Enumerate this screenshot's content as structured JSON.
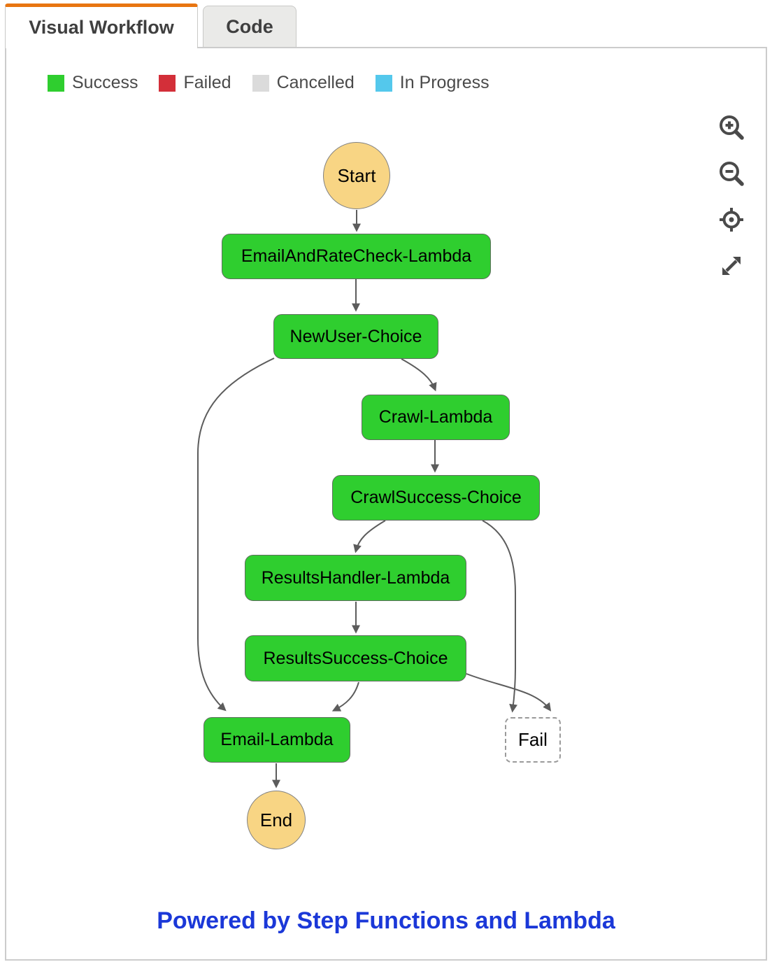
{
  "tabs": {
    "visual_label": "Visual Workflow",
    "code_label": "Code",
    "active_accent": "#E87511"
  },
  "legend": {
    "items": [
      {
        "label": "Success",
        "color": "#2FCE2F"
      },
      {
        "label": "Failed",
        "color": "#D32F39"
      },
      {
        "label": "Cancelled",
        "color": "#DBDBDB"
      },
      {
        "label": "In Progress",
        "color": "#54C8EC"
      }
    ]
  },
  "toolbar": {
    "buttons": [
      {
        "icon": "zoom-in-icon"
      },
      {
        "icon": "zoom-out-icon"
      },
      {
        "icon": "center-target-icon"
      },
      {
        "icon": "expand-icon"
      }
    ]
  },
  "diagram": {
    "colors": {
      "success_fill": "#2FCE2F",
      "terminal_fill": "#F8D584",
      "edge": "#5C5C5C"
    },
    "nodes": {
      "start": {
        "label": "Start",
        "type": "start"
      },
      "email_rate_check": {
        "label": "EmailAndRateCheck-Lambda",
        "status": "success"
      },
      "new_user_choice": {
        "label": "NewUser-Choice",
        "status": "success"
      },
      "crawl": {
        "label": "Crawl-Lambda",
        "status": "success"
      },
      "crawl_success_choice": {
        "label": "CrawlSuccess-Choice",
        "status": "success"
      },
      "results_handler": {
        "label": "ResultsHandler-Lambda",
        "status": "success"
      },
      "results_success_choice": {
        "label": "ResultsSuccess-Choice",
        "status": "success"
      },
      "email": {
        "label": "Email-Lambda",
        "status": "success"
      },
      "fail": {
        "label": "Fail",
        "type": "fail"
      },
      "end": {
        "label": "End",
        "type": "end"
      }
    },
    "edges": [
      {
        "from": "Start",
        "to": "EmailAndRateCheck-Lambda"
      },
      {
        "from": "EmailAndRateCheck-Lambda",
        "to": "NewUser-Choice"
      },
      {
        "from": "NewUser-Choice",
        "to": "Crawl-Lambda"
      },
      {
        "from": "NewUser-Choice",
        "to": "Email-Lambda"
      },
      {
        "from": "Crawl-Lambda",
        "to": "CrawlSuccess-Choice"
      },
      {
        "from": "CrawlSuccess-Choice",
        "to": "ResultsHandler-Lambda"
      },
      {
        "from": "CrawlSuccess-Choice",
        "to": "Fail"
      },
      {
        "from": "ResultsHandler-Lambda",
        "to": "ResultsSuccess-Choice"
      },
      {
        "from": "ResultsSuccess-Choice",
        "to": "Email-Lambda"
      },
      {
        "from": "ResultsSuccess-Choice",
        "to": "Fail"
      },
      {
        "from": "Email-Lambda",
        "to": "End"
      }
    ]
  },
  "footer": {
    "label": "Powered by Step Functions and Lambda",
    "color": "#1B38D8"
  }
}
